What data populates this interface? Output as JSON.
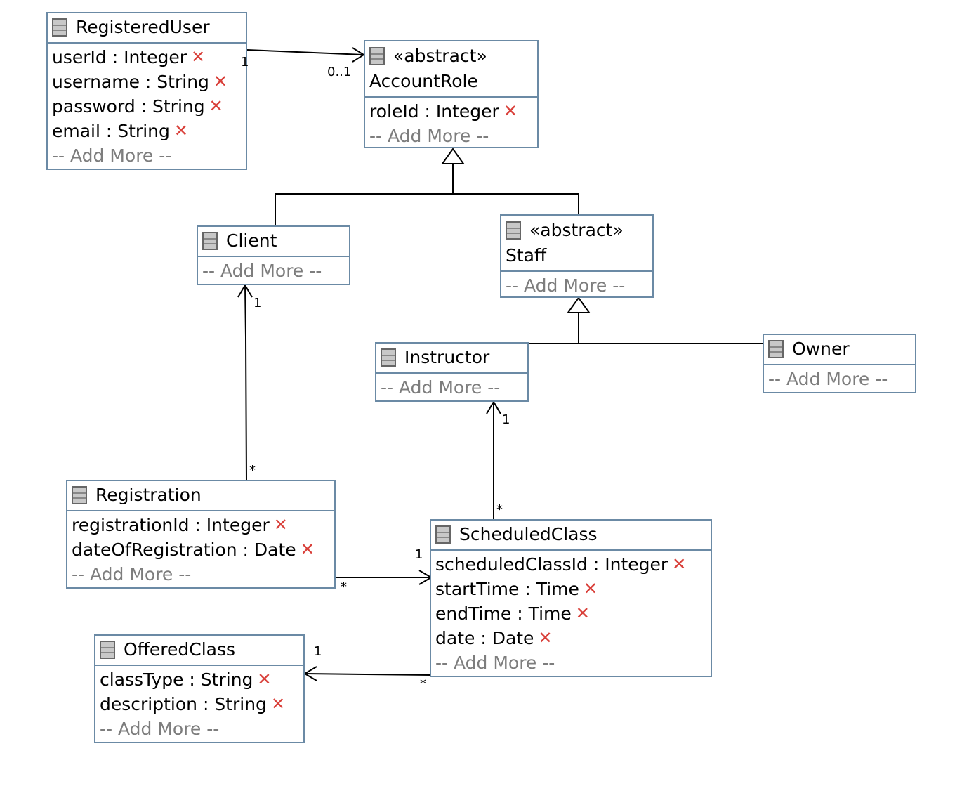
{
  "classes": {
    "registered_user": {
      "name": "RegisteredUser",
      "attributes": [
        "userId : Integer",
        "username : String",
        "password : String",
        "email : String"
      ],
      "add_more": "-- Add More --"
    },
    "account_role": {
      "stereotype": "«abstract»",
      "name": "AccountRole",
      "attributes": [
        "roleId : Integer"
      ],
      "add_more": "-- Add More --"
    },
    "client": {
      "name": "Client",
      "attributes": [],
      "add_more": "-- Add More --"
    },
    "staff": {
      "stereotype": "«abstract»",
      "name": "Staff",
      "attributes": [],
      "add_more": "-- Add More --"
    },
    "instructor": {
      "name": "Instructor",
      "attributes": [],
      "add_more": "-- Add More --"
    },
    "owner": {
      "name": "Owner",
      "attributes": [],
      "add_more": "-- Add More --"
    },
    "registration": {
      "name": "Registration",
      "attributes": [
        "registrationId : Integer",
        "dateOfRegistration : Date"
      ],
      "add_more": "-- Add More --"
    },
    "scheduled_class": {
      "name": "ScheduledClass",
      "attributes": [
        "scheduledClassId : Integer",
        "startTime : Time",
        "endTime : Time",
        "date : Date"
      ],
      "add_more": "-- Add More --"
    },
    "offered_class": {
      "name": "OfferedClass",
      "attributes": [
        "classType : String",
        "description : String"
      ],
      "add_more": "-- Add More --"
    }
  },
  "remove_glyph": "✕",
  "icons": {
    "class": "class-icon",
    "remove": "remove-icon"
  },
  "colors": {
    "border": "#6b8aa5",
    "remove": "#d9403a",
    "placeholder": "#7d7d7d"
  },
  "multiplicities": {
    "ru_to_role_source": "1",
    "ru_to_role_target": "0..1",
    "reg_to_client_client": "1",
    "reg_to_client_reg": "*",
    "sc_to_instructor_instructor": "1",
    "sc_to_instructor_sc": "*",
    "reg_to_sc_sc": "1",
    "reg_to_sc_reg": "*",
    "sc_to_offered_offered": "1",
    "sc_to_offered_sc": "*"
  }
}
